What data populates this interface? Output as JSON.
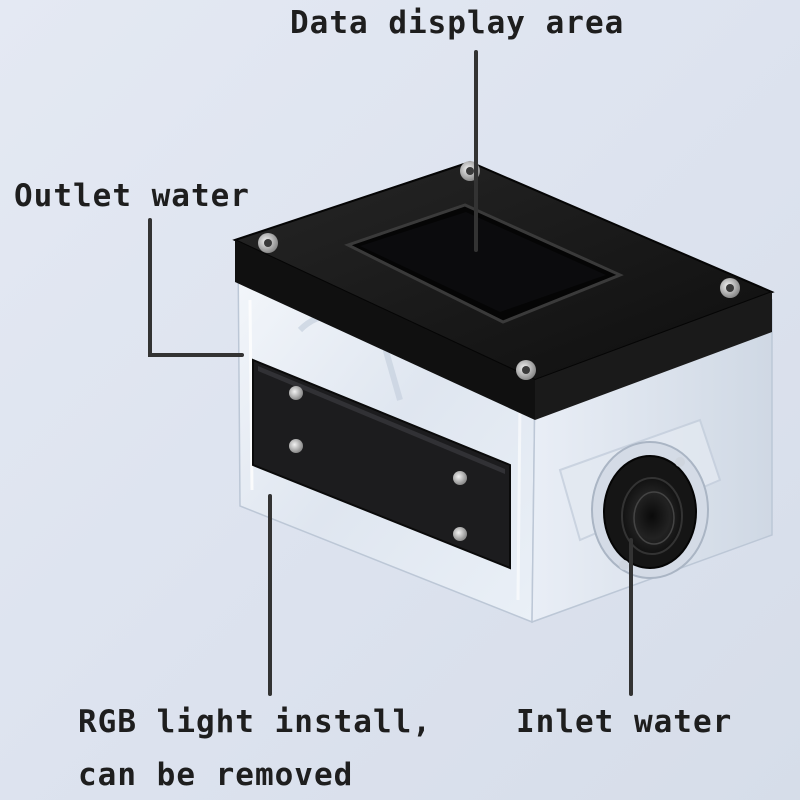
{
  "labels": {
    "data_display": "Data display area",
    "outlet": "Outlet water",
    "rgb_line1": "RGB light install,",
    "rgb_line2": "can be removed",
    "inlet": "Inlet water"
  },
  "colors": {
    "background": "#dde3ef",
    "black_lid": "#141414",
    "acrylic": "#eef2f8",
    "leader_line": "#333333"
  }
}
